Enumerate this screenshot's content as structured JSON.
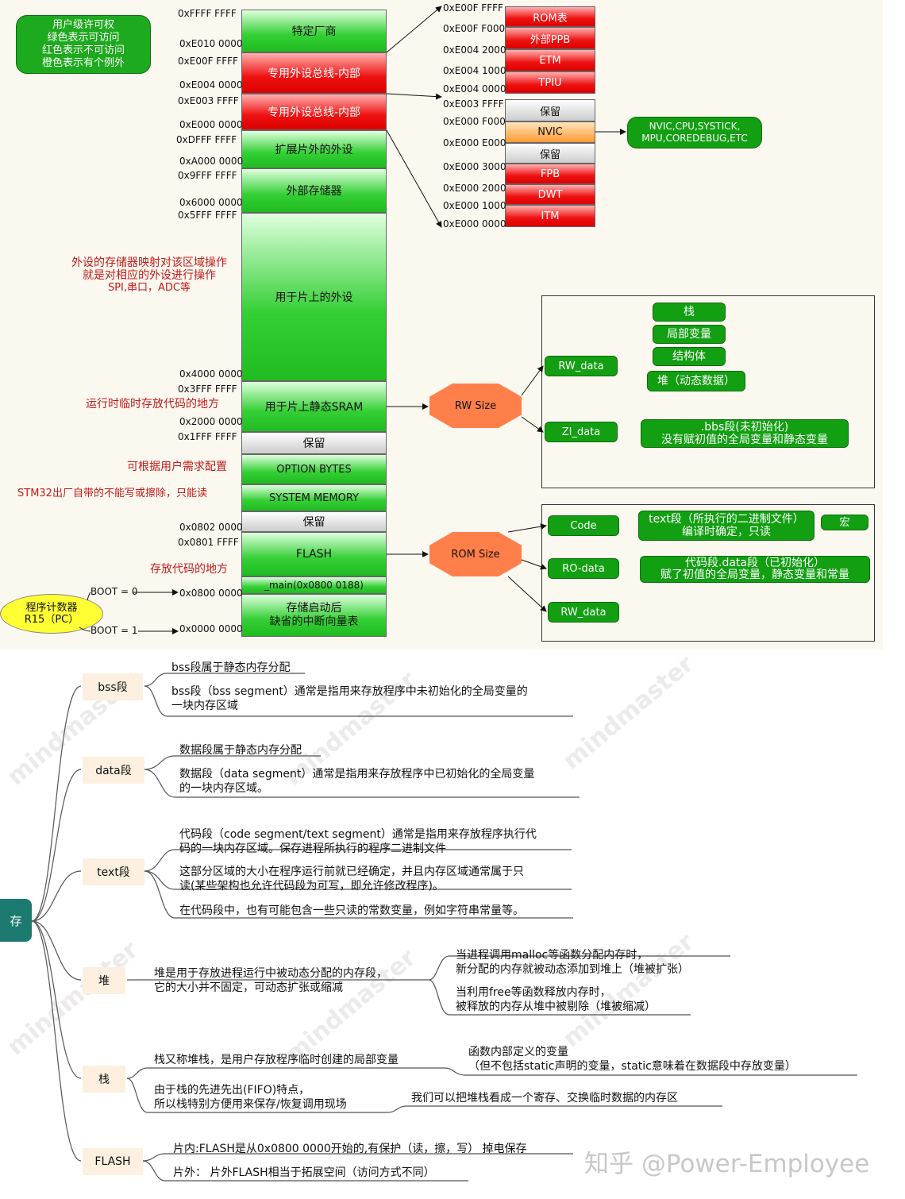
{
  "legend_text": [
    "用户级许可权",
    "绿色表示可访问",
    "红色表示不可访问",
    "橙色表示有个例外"
  ],
  "main_blocks": [
    {
      "label": "特定厂商",
      "color": "green"
    },
    {
      "label": "专用外设总线-内部",
      "color": "red"
    },
    {
      "label": "专用外设总线-内部",
      "color": "red"
    },
    {
      "label": "扩展片外的外设",
      "color": "green"
    },
    {
      "label": "外部存储器",
      "color": "green"
    },
    {
      "label": "用于片上的外设",
      "color": "green"
    },
    {
      "label": "用于片上静态SRAM",
      "color": "green"
    },
    {
      "label": "保留",
      "color": "gray"
    },
    {
      "label": "OPTION BYTES",
      "color": "green"
    },
    {
      "label": "SYSTEM MEMORY",
      "color": "green"
    },
    {
      "label": "保留",
      "color": "gray"
    },
    {
      "label": "FLASH",
      "color": "green"
    },
    {
      "label": "_main(0x0800 0188)",
      "color": "green"
    },
    {
      "label": "存储启动后\n缺省的中断向量表",
      "color": "green"
    }
  ],
  "main_addresses": [
    "0xFFFF FFFF",
    "0xE010 0000",
    "0xE00F FFFF",
    "0xE004 0000",
    "0xE003 FFFF",
    "0xE000 0000",
    "0xDFFF FFFF",
    "0xA000 0000",
    "0x9FFF FFFF",
    "0x6000 0000",
    "0x5FFF FFFF",
    "0x4000 0000",
    "0x3FFF FFFF",
    "0x2000 0000",
    "0x1FFF FFFF",
    "0x0802 0000",
    "0x0801 FFFF",
    "0x0800 0000",
    "0x0000 0000"
  ],
  "ppb_upper": [
    {
      "label": "ROM表",
      "color": "red"
    },
    {
      "label": "外部PPB",
      "color": "red"
    },
    {
      "label": "ETM",
      "color": "red"
    },
    {
      "label": "TPIU",
      "color": "red"
    }
  ],
  "ppb_upper_addresses": [
    "0xE00F FFFF",
    "0xE00F F000",
    "0xE004 2000",
    "0xE004 1000",
    "0xE004 0000"
  ],
  "ppb_lower": [
    {
      "label": "保留",
      "color": "gray"
    },
    {
      "label": "NVIC",
      "color": "orange"
    },
    {
      "label": "保留",
      "color": "gray"
    },
    {
      "label": "FPB",
      "color": "red"
    },
    {
      "label": "DWT",
      "color": "red"
    },
    {
      "label": "ITM",
      "color": "red"
    }
  ],
  "ppb_lower_addresses": [
    "0xE003 FFFF",
    "0xE000 F000",
    "0xE000 E000",
    "0xE000 3000",
    "0xE000 2000",
    "0xE000 1000",
    "0xE000 0000"
  ],
  "nvic_note": "NVIC,CPU,SYSTICK,\nMPU,COREDEBUG,ETC",
  "left_notes": {
    "peripheral": "外设的存储器映射对该区域操作\n就是对相应的外设进行操作\nSPI,串口，ADC等",
    "sram": "运行时临时存放代码的地方",
    "option": "可根据用户需求配置",
    "system": "STM32出厂自带的不能写或擦除，只能读",
    "flash": "存放代码的地方"
  },
  "pc": {
    "label": "程序计数器\nR15（PC）",
    "boot0": "BOOT = 0",
    "boot1": "BOOT = 1"
  },
  "rw": {
    "size": "RW Size",
    "rw_data": "RW_data",
    "zi_data": "ZI_data",
    "items": [
      "栈",
      "局部变量",
      "结构体",
      "堆（动态数据）"
    ],
    "bss": ".bbs段(未初始化)\n没有赋初值的全局变量和静态变量"
  },
  "rom": {
    "size": "ROM Size",
    "code": "Code",
    "ro_data": "RO-data",
    "rw_data": "RW_data",
    "text": "text段（所执行的二进制文件）\n编译时确定，只读",
    "macro": "宏",
    "data": "代码段.data段（已初始化）\n赋了初值的全局变量，静态变量和常量"
  },
  "mindmap": {
    "root": "存",
    "nodes": [
      {
        "label": "bss段",
        "lines": [
          "bss段属于静态内存分配",
          "bss段（bss segment）通常是指用来存放程序中未初始化的全局变量的\n一块内存区域"
        ]
      },
      {
        "label": "data段",
        "lines": [
          "数据段属于静态内存分配",
          "数据段（data segment）通常是指用来存放程序中已初始化的全局变量\n的一块内存区域。"
        ]
      },
      {
        "label": "text段",
        "lines": [
          "代码段（code segment/text segment）通常是指用来存放程序执行代\n码的一块内存区域。保存进程所执行的程序二进制文件",
          "这部分区域的大小在程序运行前就已经确定，并且内存区域通常属于只\n读(某些架构也允许代码段为可写，即允许修改程序)。",
          "在代码段中，也有可能包含一些只读的常数变量，例如字符串常量等。"
        ]
      },
      {
        "label": "堆",
        "lines": [
          "堆是用于存放进程运行中被动态分配的内存段，\n它的大小并不固定，可动态扩张或缩减"
        ],
        "sub": [
          "当进程调用malloc等函数分配内存时，\n新分配的内存就被动态添加到堆上（堆被扩张）",
          "当利用free等函数释放内存时，\n被释放的内存从堆中被剔除（堆被缩减）"
        ]
      },
      {
        "label": "栈",
        "lines": [
          "栈又称堆栈，是用户存放程序临时创建的局部变量",
          "由于栈的先进先出(FIFO)特点，\n所以栈特别方便用来保存/恢复调用现场"
        ],
        "sub": [
          "函数内部定义的变量\n（但不包括static声明的变量，static意味着在数据段中存放变量）",
          "我们可以把堆栈看成一个寄存、交换临时数据的内存区"
        ]
      },
      {
        "label": "FLASH",
        "lines": [
          "片内:FLASH是从0x0800 0000开始的,有保护（读，擦，写） 掉电保存",
          "片外： 片外FLASH相当于拓展空间（访问方式不同）"
        ]
      }
    ]
  },
  "watermarks": [
    "mindmaster",
    "mindmaster",
    "mindmaster",
    "mindmaster",
    "mindmaster",
    "mindmaster"
  ],
  "credit": "知乎 @Power-Employee"
}
